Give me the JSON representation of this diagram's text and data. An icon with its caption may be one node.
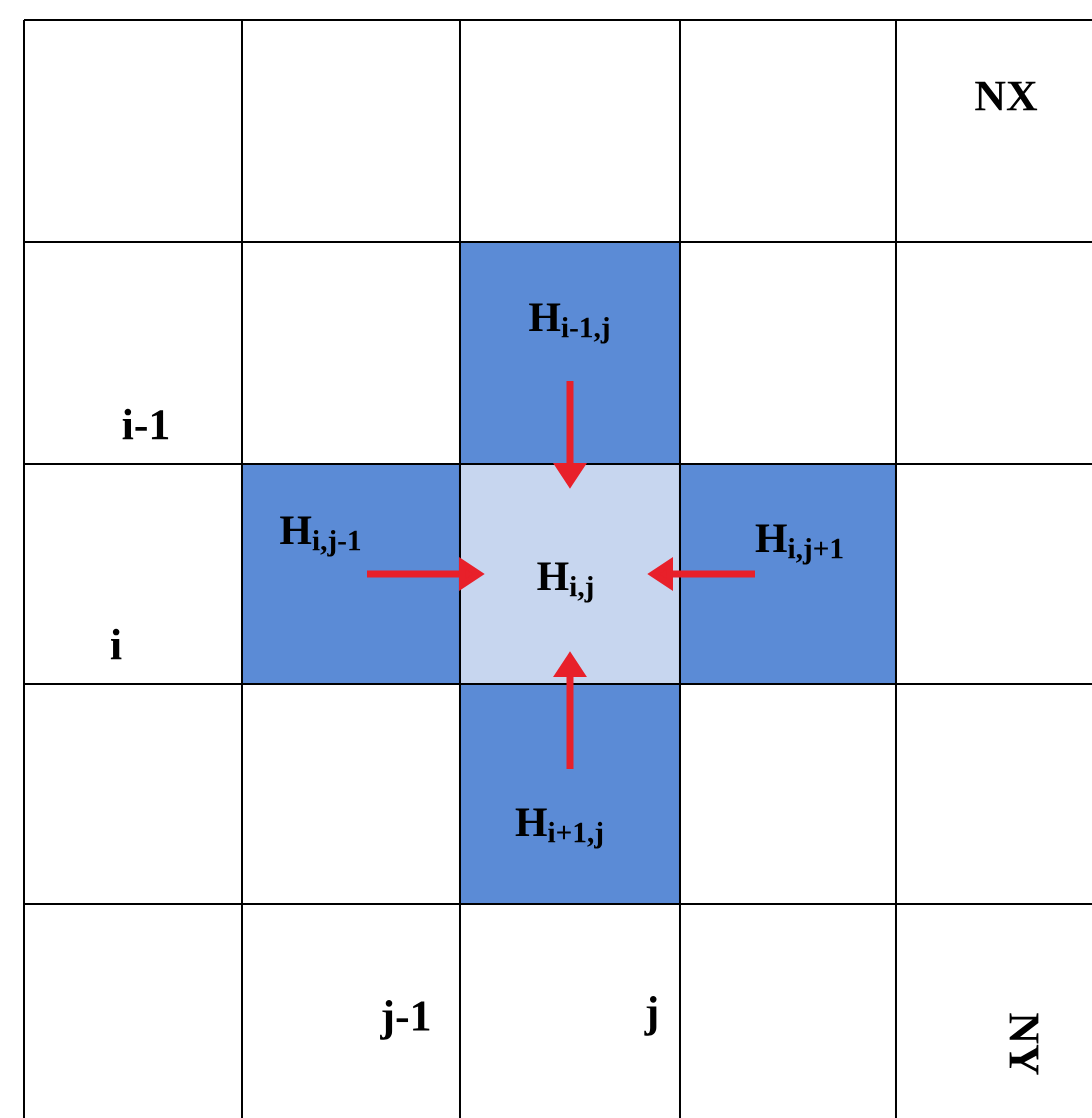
{
  "diagram": {
    "nodes": [
      {
        "text": [
          "H$_{i-1,j}$"
        ]
      },
      {
        "text": [
          "H$_{i,j-1}$"
        ]
      },
      {
        "text": [
          "H$_{i,j}$"
        ]
      },
      {
        "text": [
          "H$_{i,j+1}$"
        ]
      },
      {
        "text": [
          "H$_{i+1,j}$"
        ]
      }
    ],
    "edges": [
      {
        "from": 0,
        "to": 2,
        "arrow": "to"
      },
      {
        "from": 1,
        "to": 2,
        "arrow": "to"
      },
      {
        "from": 3,
        "to": 2,
        "arrow": "to"
      },
      {
        "from": 4,
        "to": 2,
        "arrow": "to"
      }
    ],
    "labels": [
      "NX",
      "i-1",
      "i",
      "j-1",
      "j",
      "NY"
    ]
  }
}
